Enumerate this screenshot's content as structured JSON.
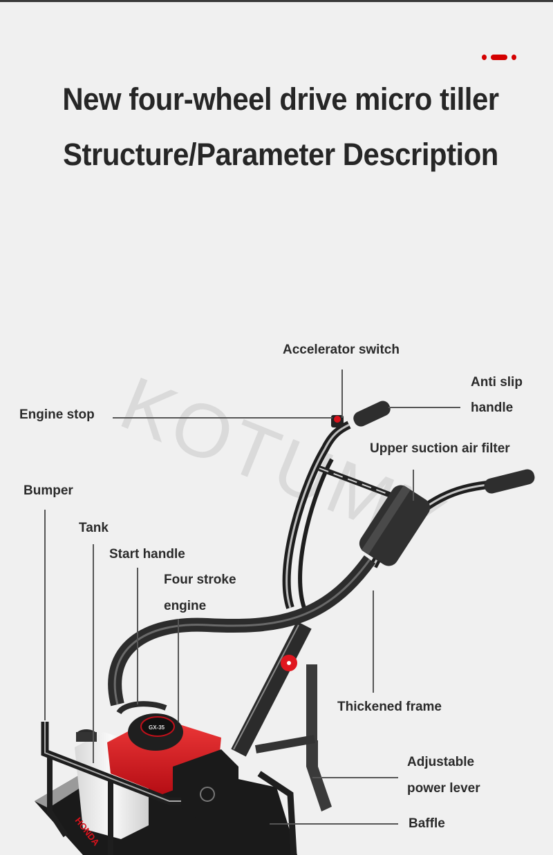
{
  "header": {
    "title_line1": "New four-wheel drive micro tiller",
    "title_line2": "Structure/Parameter Description",
    "accent_color": "#d40000"
  },
  "watermark": "KOTUMY",
  "labels": {
    "accelerator_switch": "Accelerator switch",
    "anti_slip_handle_l1": "Anti slip",
    "anti_slip_handle_l2": "handle",
    "engine_stop": "Engine stop",
    "upper_suction_air_filter": "Upper suction air filter",
    "bumper": "Bumper",
    "tank": "Tank",
    "start_handle": "Start handle",
    "four_stroke_engine_l1": "Four stroke",
    "four_stroke_engine_l2": "engine",
    "thickened_frame": "Thickened frame",
    "adjustable_power_lever_l1": "Adjustable",
    "adjustable_power_lever_l2": "power lever",
    "baffle": "Baffle"
  },
  "product_markings": {
    "brand": "HONDA",
    "engine_cap": "GX-35"
  },
  "colors": {
    "background": "#f0f0f0",
    "text": "#262626",
    "engine_red": "#d8121c",
    "frame_dark": "#2b2b2b"
  }
}
